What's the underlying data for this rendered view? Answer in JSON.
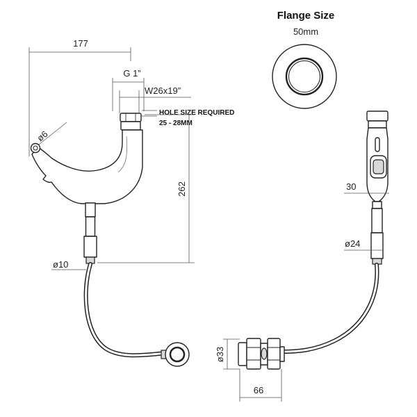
{
  "flange": {
    "title": "Flange Size",
    "size": "50mm"
  },
  "dimensions": {
    "overall_width": "177",
    "thread": "G 1”",
    "nut_size": "W26x19”",
    "hole_note_line1": "HOLE SIZE REQUIRED",
    "hole_note_line2": "25 - 28MM",
    "nozzle_diameter": "ø6",
    "height": "262",
    "tube_diameter": "ø10",
    "holder_width": "30",
    "holder_tube_diameter": "ø24",
    "connector_diameter": "ø33",
    "connector_length": "66"
  }
}
